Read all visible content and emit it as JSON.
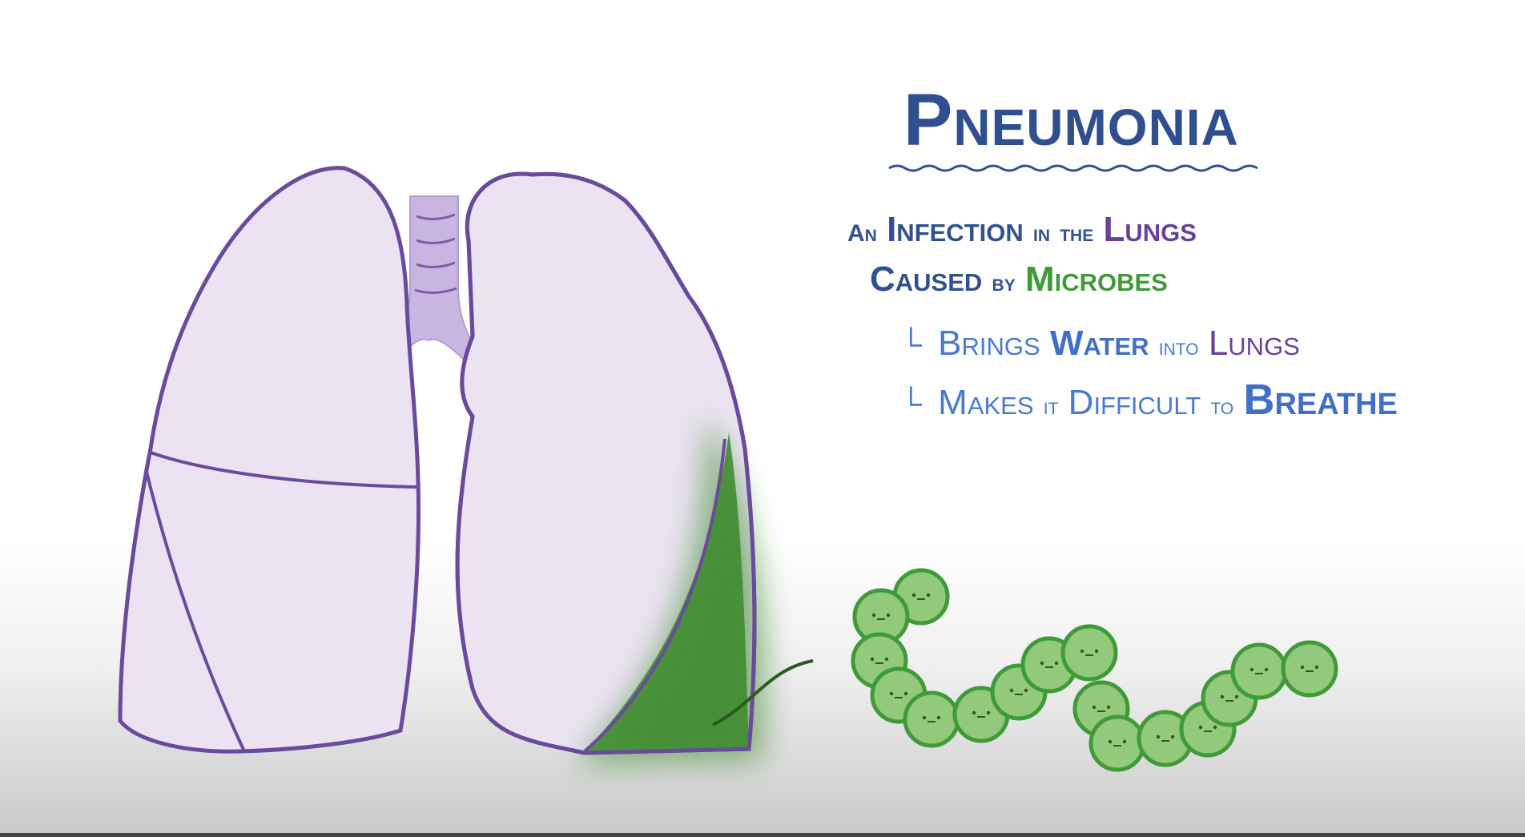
{
  "title": "Pneumonia",
  "definition": {
    "line1": {
      "a": "An",
      "b": "Infection",
      "c": "in",
      "d": "the",
      "e": "Lungs"
    },
    "line2": {
      "a": "Caused",
      "b": "by",
      "c": "Microbes"
    }
  },
  "effects": {
    "effect1": {
      "a": "Brings",
      "b": "Water",
      "c": "into",
      "d": "Lungs"
    },
    "effect2": {
      "a": "Makes",
      "b": "it",
      "c": "Difficult",
      "d": "to",
      "e": "Breathe"
    }
  },
  "colors": {
    "lung_fill": "#ebe3f2",
    "lung_outline": "#6a4a9c",
    "trachea_fill": "#c9b6e0",
    "infection_green": "#3a8a2a",
    "microbe_fill": "#92c97a",
    "microbe_outline": "#3f9a3a",
    "title_blue": "#2f4f8e",
    "text_blue": "#4a7ad0"
  },
  "icons": [
    "lungs-illustration",
    "trachea-icon",
    "microbe-chain-icon"
  ]
}
